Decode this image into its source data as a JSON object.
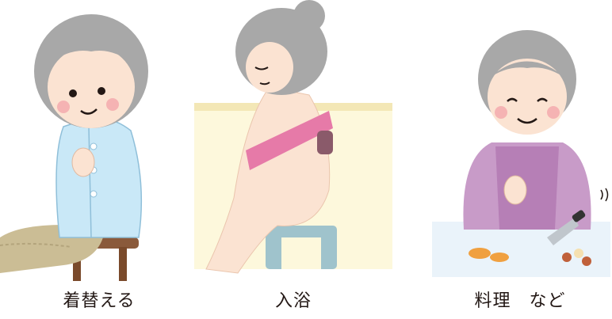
{
  "activities": [
    {
      "label": "着替える",
      "icon": "dressing-illustration"
    },
    {
      "label": "入浴",
      "icon": "bathing-illustration"
    },
    {
      "label": "料理　など",
      "icon": "cooking-illustration"
    }
  ],
  "colors": {
    "hair": "#a8a8a8",
    "skin": "#fbe3d2",
    "shirt": "#c9e8f7",
    "towel": "#e67aa8",
    "apron": "#b67fb6",
    "board": "#eaf3fa",
    "stool": "#9fc3cc",
    "bath_wall": "#fdf8dc",
    "pants": "#cbbd95"
  }
}
